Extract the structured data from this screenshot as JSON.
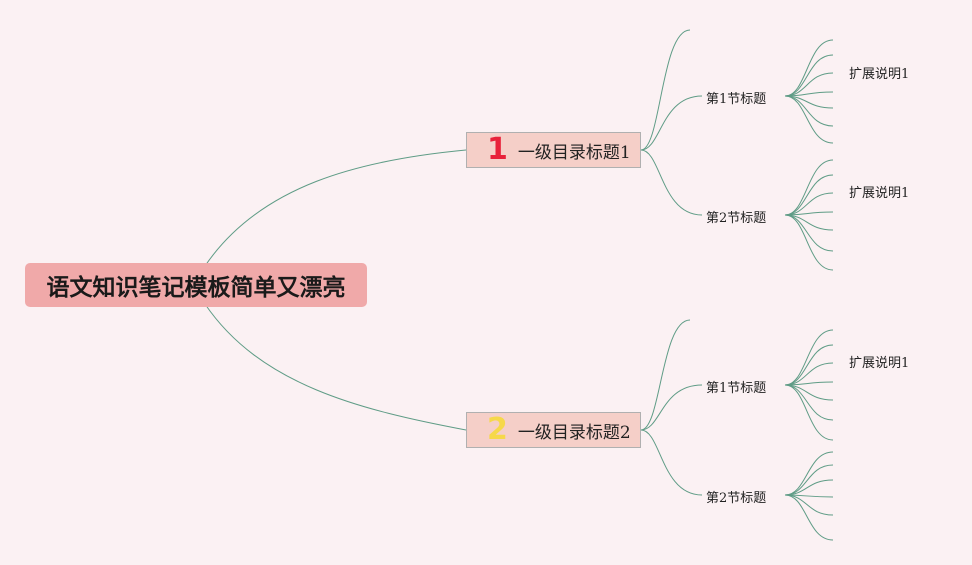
{
  "root": {
    "title": "语文知识笔记模板简单又漂亮"
  },
  "branches": [
    {
      "number": "1",
      "number_color": "#e8213a",
      "label": "一级目录标题1",
      "sections": [
        {
          "label": "第1节标题",
          "detail": "扩展说明1"
        },
        {
          "label": "第2节标题",
          "detail": "扩展说明1"
        }
      ]
    },
    {
      "number": "2",
      "number_color": "#f6d84a",
      "label": "一级目录标题2",
      "sections": [
        {
          "label": "第1节标题",
          "detail": "扩展说明1"
        },
        {
          "label": "第2节标题",
          "detail": ""
        }
      ]
    }
  ],
  "colors": {
    "edge": "#5f9c86",
    "root_fill": "#f0a9a9",
    "branch_fill": "#f5cfc8",
    "background": "#fbf1f3"
  }
}
